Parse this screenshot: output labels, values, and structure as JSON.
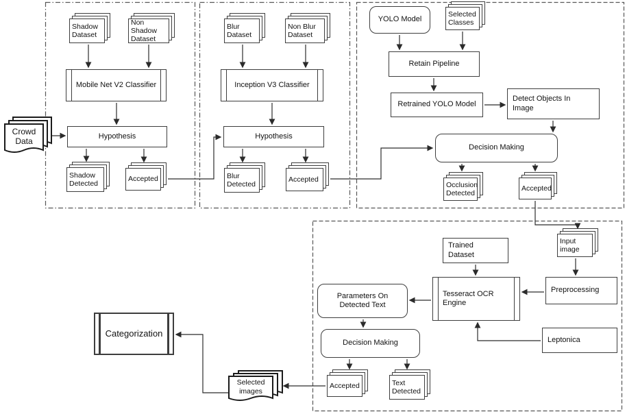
{
  "colors": {
    "stroke": "#2b2b2b",
    "background": "#ffffff"
  },
  "nodes": {
    "crowd_data": "Crowd Data",
    "shadow_dataset": "Shadow Dataset",
    "non_shadow_dataset": "Non Shadow Dataset",
    "mobilenet_classifier": "Mobile Net V2 Classifier",
    "hypothesis_shadow": "Hypothesis",
    "shadow_detected": "Shadow Detected",
    "accepted_shadow": "Accepted",
    "blur_dataset": "Blur Dataset",
    "non_blur_dataset": "Non Blur Dataset",
    "inception_classifier": "Inception V3 Classifier",
    "hypothesis_blur": "Hypothesis",
    "blur_detected": "Blur Detected",
    "accepted_blur": "Accepted",
    "yolo_model": "YOLO Model",
    "selected_classes": "Selected Classes",
    "retain_pipeline": "Retain Pipeline",
    "retrained_yolo_model": "Retrained YOLO Model",
    "detect_objects_in_image": "Detect Objects In Image",
    "decision_making_yolo": "Decision Making",
    "occlusion_detected": "Occlusion Detected",
    "accepted_yolo": "Accepted",
    "input_image": "Input image",
    "trained_dataset": "Trained Dataset",
    "preprocessing": "Preprocessing",
    "tesseract_ocr_engine": "Tesseract OCR Engine",
    "parameters_on_detected_text": "Parameters On Detected Text",
    "leptonica": "Leptonica",
    "decision_making_ocr": "Decision Making",
    "accepted_ocr": "Accepted",
    "text_detected": "Text Detected",
    "selected_images": "Selected images",
    "categorization": "Categorization"
  }
}
